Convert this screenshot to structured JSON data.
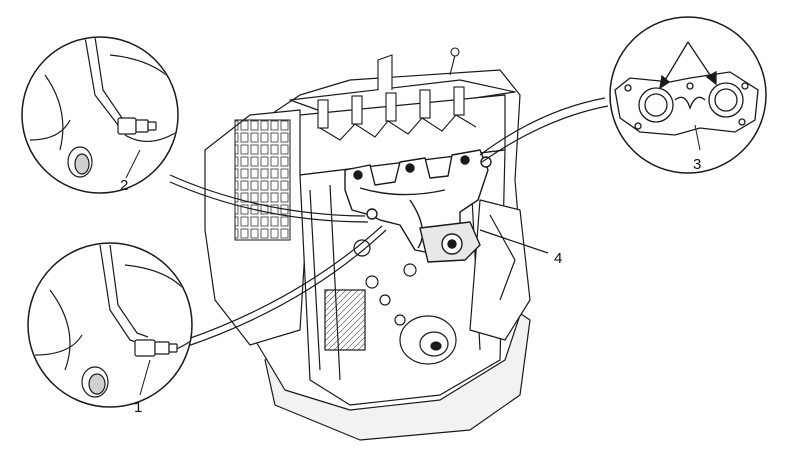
{
  "callouts": [
    {
      "label": "1"
    },
    {
      "label": "2"
    },
    {
      "label": "3"
    },
    {
      "label": "4"
    }
  ],
  "colors": {
    "line": "#1a1a1a",
    "shade": "#cfcfcf",
    "background": "#ffffff"
  }
}
